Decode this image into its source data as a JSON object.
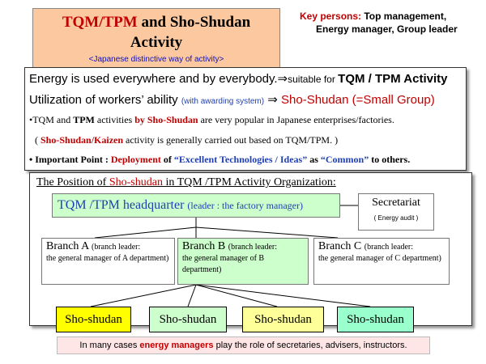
{
  "title": {
    "line1_red": "TQM/TPM",
    "line1_rest": " and Sho-Shudan",
    "line2": "Activity",
    "subtitle": "<Japanese distinctive way of activity>"
  },
  "key_persons": {
    "label": "Key persons:",
    "line1": " Top management,",
    "line2": "Energy manager,  Group leader"
  },
  "energy_box": {
    "l1_text": "Energy is used everywhere and by everybody.⇒",
    "l1_small": "suitable for ",
    "l1_bold": "TQM / TPM  Activity",
    "l2_text": "Utilization of workers’ ability ",
    "l2_blue": "(with awarding system)",
    "l2_arrow": " ⇒ ",
    "l2_red": "Sho-Shudan (=Small Group)",
    "l3_a": "•TQM and ",
    "l3_b": "TPM",
    "l3_c": " activities ",
    "l3_red": "by Sho-Shudan",
    "l3_d": "  are very popular in Japanese enterprises/factories.",
    "l4_a": "( ",
    "l4_red": "Sho-Shudan/Kaizen",
    "l4_b": " activity is generally carried out based on TQM/TPM. )",
    "l5_bullet": "• ",
    "l5_label": "Important Point : ",
    "l5_red": "Deployment",
    "l5_of": " of ",
    "l5_blue": "“Excellent Technologies / Ideas”",
    "l5_as": "  as ",
    "l5_blue2": "“Common”",
    "l5_end": " to others."
  },
  "position_box": {
    "title_a": "The Position of ",
    "title_red": "Sho-shudan",
    "title_b": " in TQM /TPM  Activity Organization:",
    "hq_main": "TQM /TPM headquarter ",
    "hq_note": "(leader : the factory manager)",
    "secretariat": "Secretariat",
    "secretariat_note": "( Energy audit )",
    "branches": [
      {
        "name": "Branch A ",
        "leader": "(branch leader:",
        "desc": "the general manager of A department)"
      },
      {
        "name": "Branch B ",
        "leader": "(branch leader:",
        "desc": "the general manager of B department)"
      },
      {
        "name": "Branch C ",
        "leader": "(branch leader:",
        "desc": "the general manager of C department)"
      }
    ],
    "sho_shudan": [
      "Sho-shudan",
      "Sho-shudan",
      "Sho-shudan",
      "Sho-shudan"
    ]
  },
  "colors": {
    "title_bg": "#fbc89f",
    "accent_red": "#c00000",
    "accent_blue": "#1f3fb5",
    "node_green": "#ccffcc",
    "sho_yellow": "#ffff00",
    "sho_green": "#ccffcc",
    "sho_light_yellow": "#ffff99",
    "sho_mint": "#99ffcc",
    "note_bg": "#ffe6e6"
  },
  "note": {
    "a": "In many cases ",
    "em": "energy managers",
    "b": " play the role of secretaries, advisers, instructors."
  }
}
